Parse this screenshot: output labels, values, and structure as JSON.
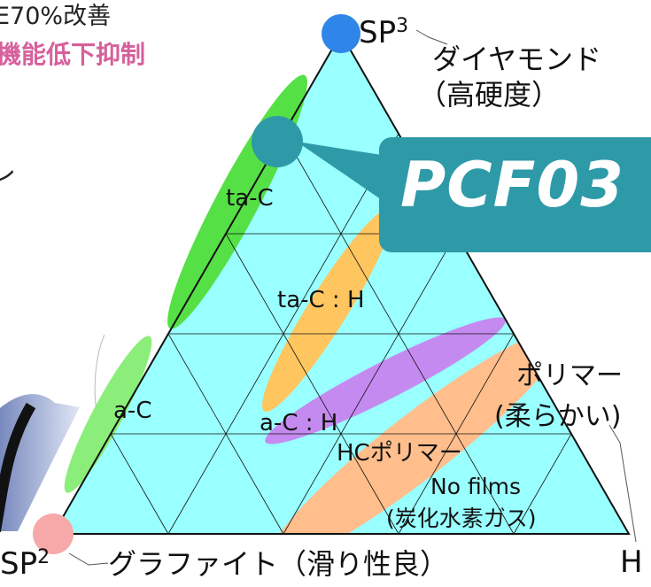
{
  "clipped_text": {
    "top_line": "E70%改善",
    "pink_line": "機能低下抑制",
    "left_glyph": "レ"
  },
  "vertices": {
    "top": {
      "label": "SP",
      "sup": "3",
      "caption_line1": "ダイヤモンド",
      "caption_line2": "（高硬度）"
    },
    "bottom_left": {
      "label": "SP",
      "sup": "2",
      "caption": "グラファイト（滑り性良）"
    },
    "bottom_right": {
      "label": "H"
    }
  },
  "regions": {
    "ta_c": "ta-C",
    "ta_c_h": "ta-C : H",
    "a_c": "a-C",
    "a_c_h": "a-C : H",
    "hc_polymer": "HCポリマー",
    "polymer_line1": "ポリマー",
    "polymer_line2": "(柔らかい)",
    "no_films_line1": "No films",
    "no_films_line2": "(炭化水素ガス)"
  },
  "callout": {
    "label": "PCF03"
  },
  "colors": {
    "triangle_fill": "#99ffff",
    "ta_c": "#55e045",
    "a_c": "#8cee7a",
    "ta_c_h": "#ffc55f",
    "a_c_h": "#c58af0",
    "polymer_band": "#ffbe8c",
    "callout": "#2e9aa8",
    "sp3_dot": "#2f86e8",
    "sp2_dot": "#f7a8a8",
    "pink_text": "#d6609b"
  }
}
